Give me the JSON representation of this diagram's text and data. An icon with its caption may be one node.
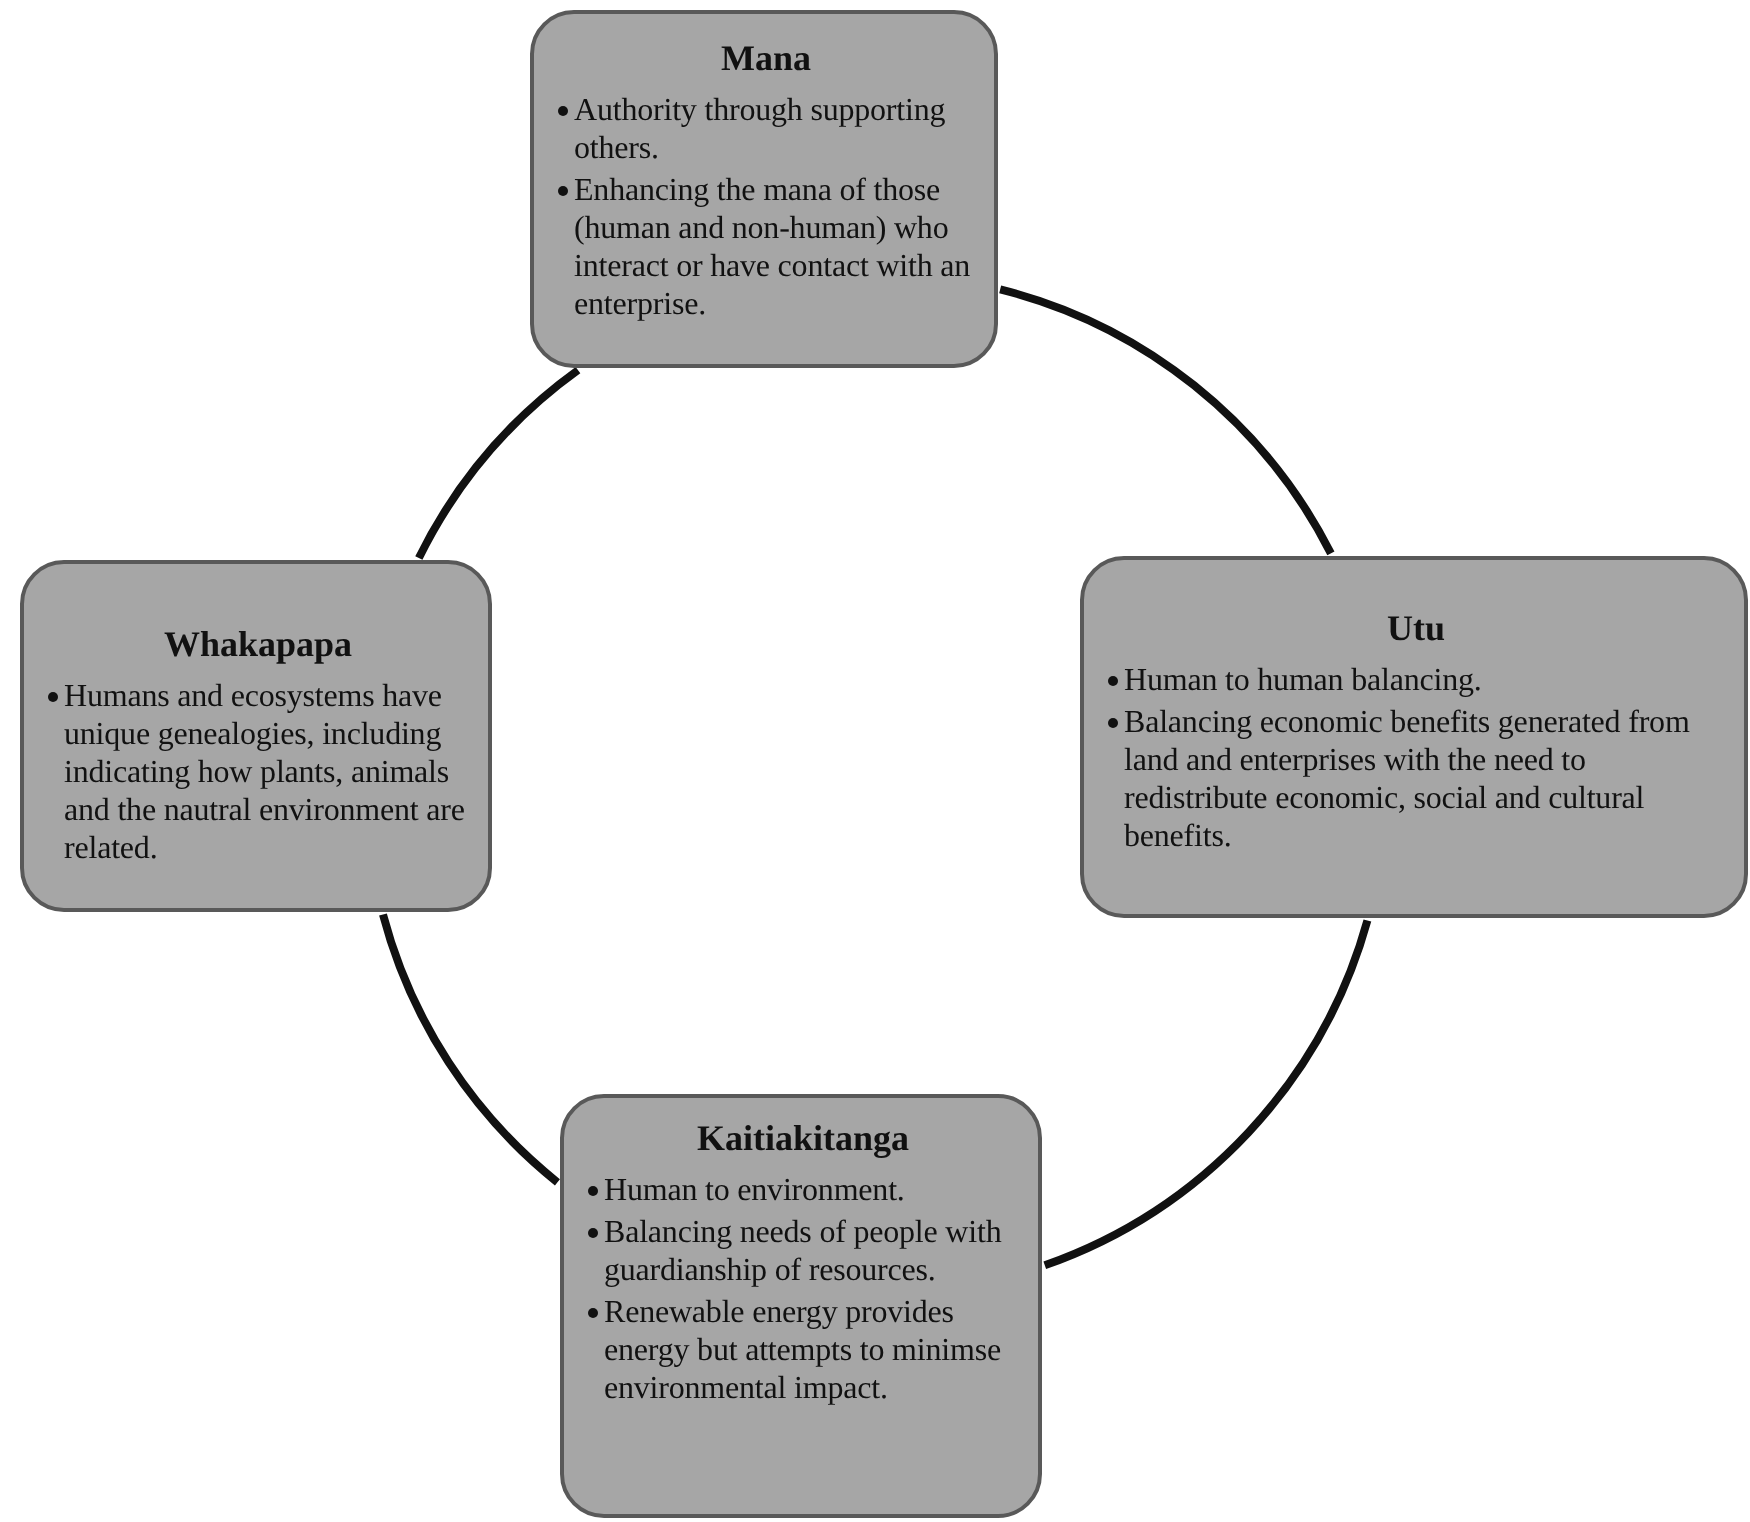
{
  "diagram": {
    "nodes": [
      {
        "text": [
          "Mana",
          "Authority through supporting others.",
          "Enhancing the mana of those (human and non-human) who interact or have contact with an enterprise."
        ]
      },
      {
        "text": [
          "Whakapapa",
          "Humans and ecosystems have unique genealogies, including indicating how plants, animals and the nautral environment are related."
        ]
      },
      {
        "text": [
          "Utu",
          "Human to human balancing.",
          "Balancing economic benefits generated from land and enterprises with the need to redistribute economic, social and cultural benefits."
        ]
      },
      {
        "text": [
          "Kaitiakitanga",
          "Human to environment.",
          "Balancing needs of people with guardianship of resources.",
          "Renewable energy provides energy but attempts to minimse environmental impact."
        ]
      }
    ],
    "edges": [
      {
        "from": 0,
        "to": 2,
        "arrow": "none"
      },
      {
        "from": 2,
        "to": 3,
        "arrow": "none"
      },
      {
        "from": 3,
        "to": 1,
        "arrow": "none"
      },
      {
        "from": 1,
        "to": 0,
        "arrow": "none"
      }
    ]
  }
}
